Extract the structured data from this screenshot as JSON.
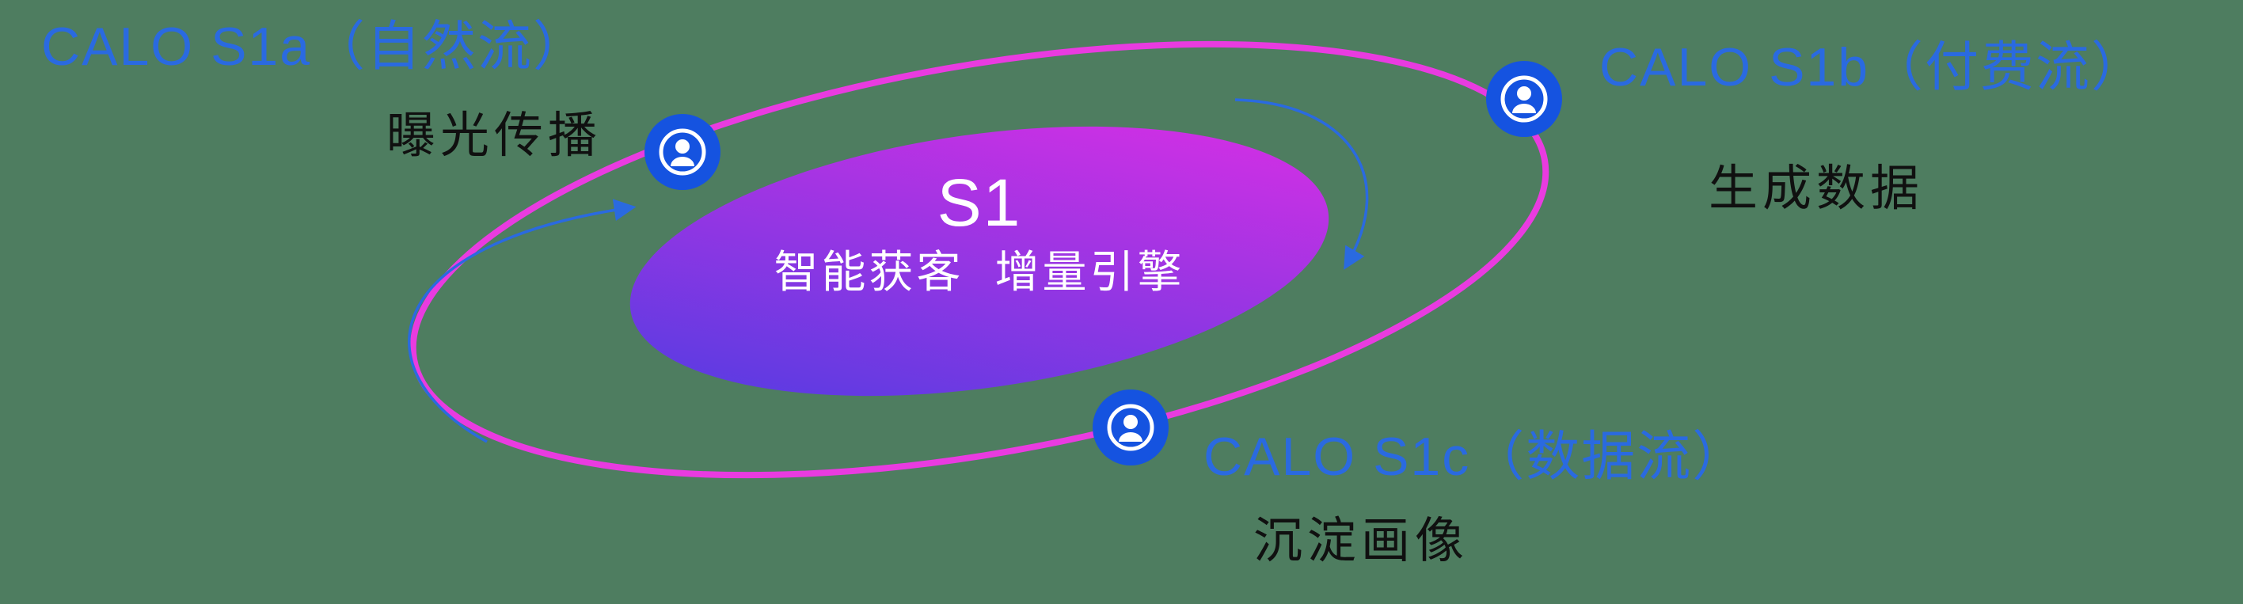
{
  "canvas": {
    "background": "#4e7d60"
  },
  "center": {
    "title": "S1",
    "subtitle": "智能获客  增量引擎",
    "gradient_start": "#4a3de2",
    "gradient_end": "#e22ee4"
  },
  "ring": {
    "color": "#e93be0"
  },
  "arrows": {
    "color": "#2a6ae0"
  },
  "nodes": [
    {
      "id": "s1a",
      "icon": "user-icon",
      "title": "CALO S1a（自然流）",
      "subtitle": "曝光传播"
    },
    {
      "id": "s1b",
      "icon": "user-icon",
      "title": "CALO S1b（付费流）",
      "subtitle": "生成数据"
    },
    {
      "id": "s1c",
      "icon": "user-icon",
      "title": "CALO S1c（数据流）",
      "subtitle": "沉淀画像"
    }
  ],
  "colors": {
    "title_blue": "#2a6ae0",
    "subtitle_dark": "#101010",
    "icon_blue": "#1553e0",
    "icon_glyph": "#ffffff",
    "center_text": "#ffffff"
  }
}
